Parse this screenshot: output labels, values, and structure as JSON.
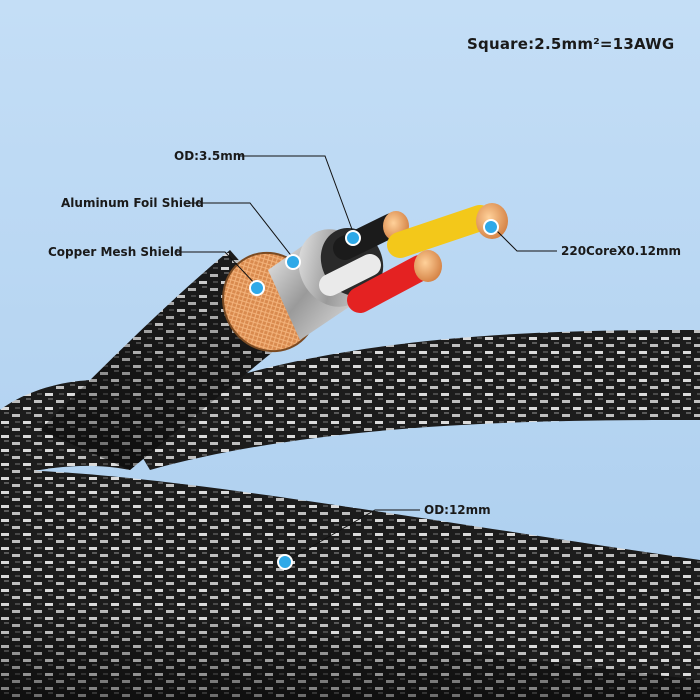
{
  "spec": {
    "text": "Square:2.5mm²=13AWG"
  },
  "callouts": {
    "od_inner": "OD:3.5mm",
    "aluminum": "Aluminum Foil Shield",
    "copper": "Copper Mesh Shield",
    "core": "220CoreX0.12mm",
    "od_outer": "OD:12mm"
  },
  "colors": {
    "background": "#b9d7f3",
    "marker": "#2ea9e8",
    "braid_dark": "#1e1e1e",
    "braid_light": "#d9d9d9",
    "copper": "#d98a4e",
    "wire_black": "#1b1b1b",
    "wire_yellow": "#f3c81a",
    "wire_red": "#e42222",
    "wire_white": "#ececec"
  }
}
